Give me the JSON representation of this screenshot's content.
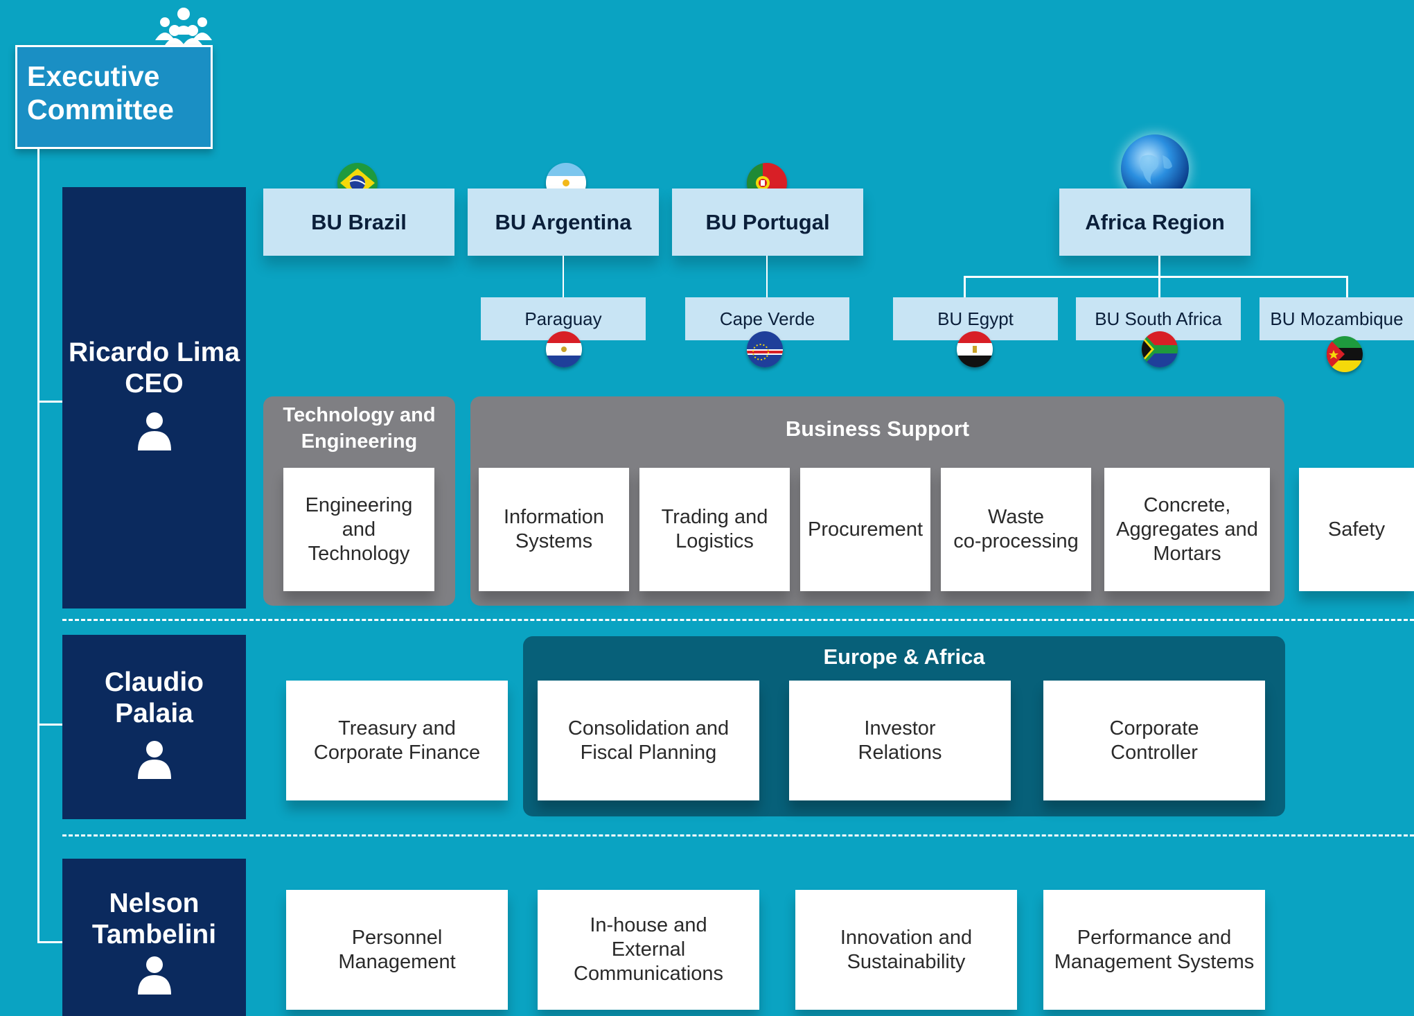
{
  "executive": {
    "title_line1": "Executive",
    "title_line2": "Committee",
    "icon": "group-people-icon"
  },
  "people": [
    {
      "name_line1": "Ricardo Lima",
      "name_line2": "CEO"
    },
    {
      "name_line1": "Claudio",
      "name_line2": "Palaia"
    },
    {
      "name_line1": "Nelson",
      "name_line2": "Tambelini"
    }
  ],
  "business_units": {
    "brazil": "BU Brazil",
    "argentina": "BU Argentina",
    "portugal": "BU Portugal",
    "africa": "Africa Region"
  },
  "sub_units": {
    "paraguay": "Paraguay",
    "cape_verde": "Cape Verde",
    "egypt": "BU Egypt",
    "south_africa": "BU South Africa",
    "mozambique": "BU Mozambique"
  },
  "groups": {
    "tech_eng": {
      "title_line1": "Technology and",
      "title_line2": "Engineering"
    },
    "business_support": {
      "title": "Business Support"
    },
    "europe_africa": {
      "title": "Europe & Africa"
    }
  },
  "ceo_cards": {
    "eng_tech": [
      "Engineering",
      "and",
      "Technology"
    ],
    "info_systems": [
      "Information",
      "Systems"
    ],
    "trading": [
      "Trading and",
      "Logistics"
    ],
    "procurement": [
      "Procurement"
    ],
    "waste": [
      "Waste",
      "co-processing"
    ],
    "concrete": [
      "Concrete,",
      "Aggregates and",
      "Mortars"
    ],
    "safety": [
      "Safety"
    ]
  },
  "palaia_cards": {
    "treasury": [
      "Treasury and",
      "Corporate Finance"
    ],
    "consolidation": [
      "Consolidation and",
      "Fiscal Planning"
    ],
    "investor": [
      "Investor",
      "Relations"
    ],
    "controller": [
      "Corporate",
      "Controller"
    ]
  },
  "tambelini_cards": {
    "personnel": [
      "Personnel",
      "Management"
    ],
    "communications": [
      "In-house and",
      "External",
      "Communications"
    ],
    "innovation": [
      "Innovation and",
      "Sustainability"
    ],
    "performance": [
      "Performance and",
      "Management Systems"
    ]
  },
  "colors": {
    "background": "#0aa3c2",
    "person_column": "#0b2a5e",
    "bu_box": "#c8e4f4",
    "grey_group": "#7f7f83",
    "teal_group": "#076079",
    "executive_box": "#1a8fc4"
  }
}
